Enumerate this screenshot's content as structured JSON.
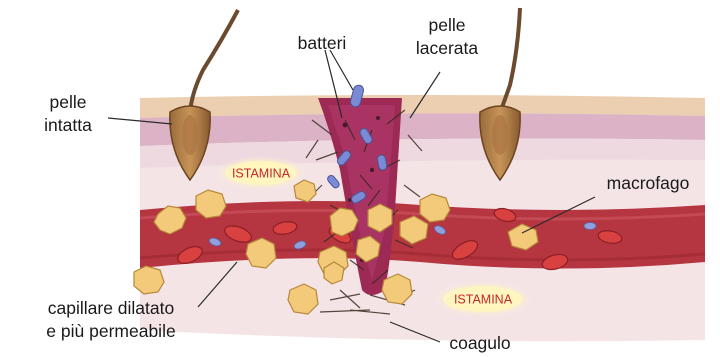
{
  "labels": {
    "batteri": "batteri",
    "pelle_lacerata_1": "pelle",
    "pelle_lacerata_2": "lacerata",
    "pelle_intatta_1": "pelle",
    "pelle_intatta_2": "intatta",
    "macrofago": "macrofago",
    "capillare_1": "capillare dilatato",
    "capillare_2": "e più permeabile",
    "coagulo": "coagulo"
  },
  "badges": {
    "istamina_top": "ISTAMINA",
    "istamina_bottom": "ISTAMINA"
  },
  "colors": {
    "skin_top": "#eacfb0",
    "skin_mid": "#d9a8c0",
    "dermis": "#f2e2e4",
    "vessel": "#b53540",
    "wound": "#9c2a55",
    "macrophage": "#f3c97a",
    "bacteria": "#7a8ad4",
    "istamina_text": "#c62828"
  }
}
